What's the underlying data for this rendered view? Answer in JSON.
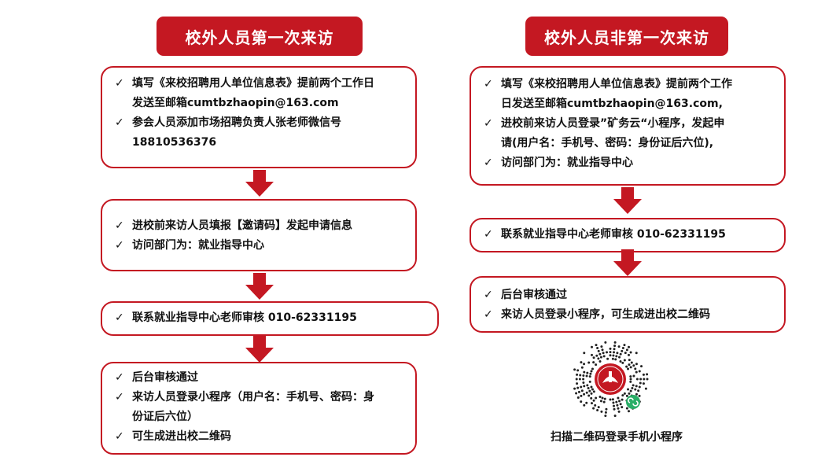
{
  "left": {
    "title": "校外人员第一次来访",
    "steps": [
      {
        "items": [
          "填写《来校招聘用人单位信息表》提前两个工作日\n发送至邮箱cumtbzhaopin@163.com",
          "参会人员添加市场招聘负责人张老师微信号\n18810536376"
        ]
      },
      {
        "items": [
          "进校前来访人员填报【邀请码】发起申请信息",
          "访问部门为：就业指导中心"
        ]
      },
      {
        "items": [
          "联系就业指导中心老师审核  010-62331195"
        ]
      },
      {
        "items": [
          "后台审核通过",
          "来访人员登录小程序（用户名：手机号、密码：身\n份证后六位）",
          "可生成进出校二维码"
        ]
      }
    ]
  },
  "right": {
    "title": "校外人员非第一次来访",
    "steps": [
      {
        "items": [
          "填写《来校招聘用人单位信息表》提前两个工作\n日发送至邮箱cumtbzhaopin@163.com,",
          "进校前来访人员登录”矿务云“小程序，发起申\n请(用户名：手机号、密码：身份证后六位),",
          "访问部门为：就业指导中心"
        ]
      },
      {
        "items": [
          "联系就业指导中心老师审核 010-62331195"
        ]
      },
      {
        "items": [
          "后台审核通过",
          "来访人员登录小程序，可生成进出校二维码"
        ]
      }
    ]
  },
  "check_mark": "✓",
  "qr_caption": "扫描二维码登录手机小程序",
  "colors": {
    "accent": "#c41822",
    "wechat_green": "#2aae67"
  }
}
